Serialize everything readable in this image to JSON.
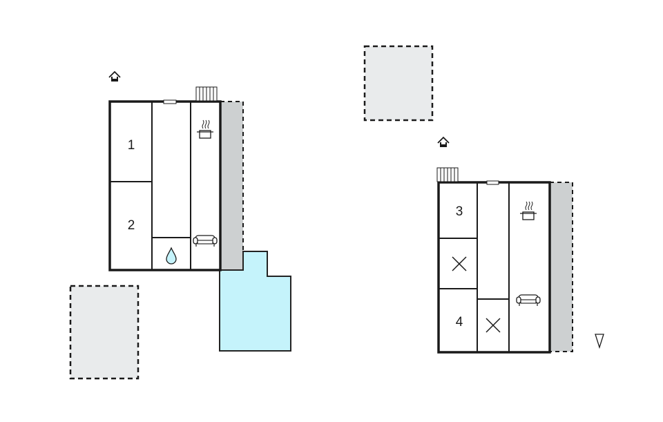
{
  "colors": {
    "wall": "#1a1a1a",
    "terrace": "#cdd0d1",
    "outbuilding": "#e9ebec",
    "pool": "#c5f3fb",
    "pool_stroke": "#222222",
    "background": "#ffffff"
  },
  "plans": {
    "left": {
      "rooms": [
        {
          "label": "1"
        },
        {
          "label": "2"
        }
      ],
      "icons": [
        "house-entrance-icon",
        "chimney-icon",
        "kitchen-pot-icon",
        "sofa-icon",
        "water-drop-icon"
      ]
    },
    "right": {
      "rooms": [
        {
          "label": "3"
        },
        {
          "label": "4"
        }
      ],
      "icons": [
        "house-entrance-icon",
        "chimney-icon",
        "kitchen-pot-icon",
        "sofa-icon",
        "cross-icon",
        "north-arrow-icon"
      ]
    }
  }
}
